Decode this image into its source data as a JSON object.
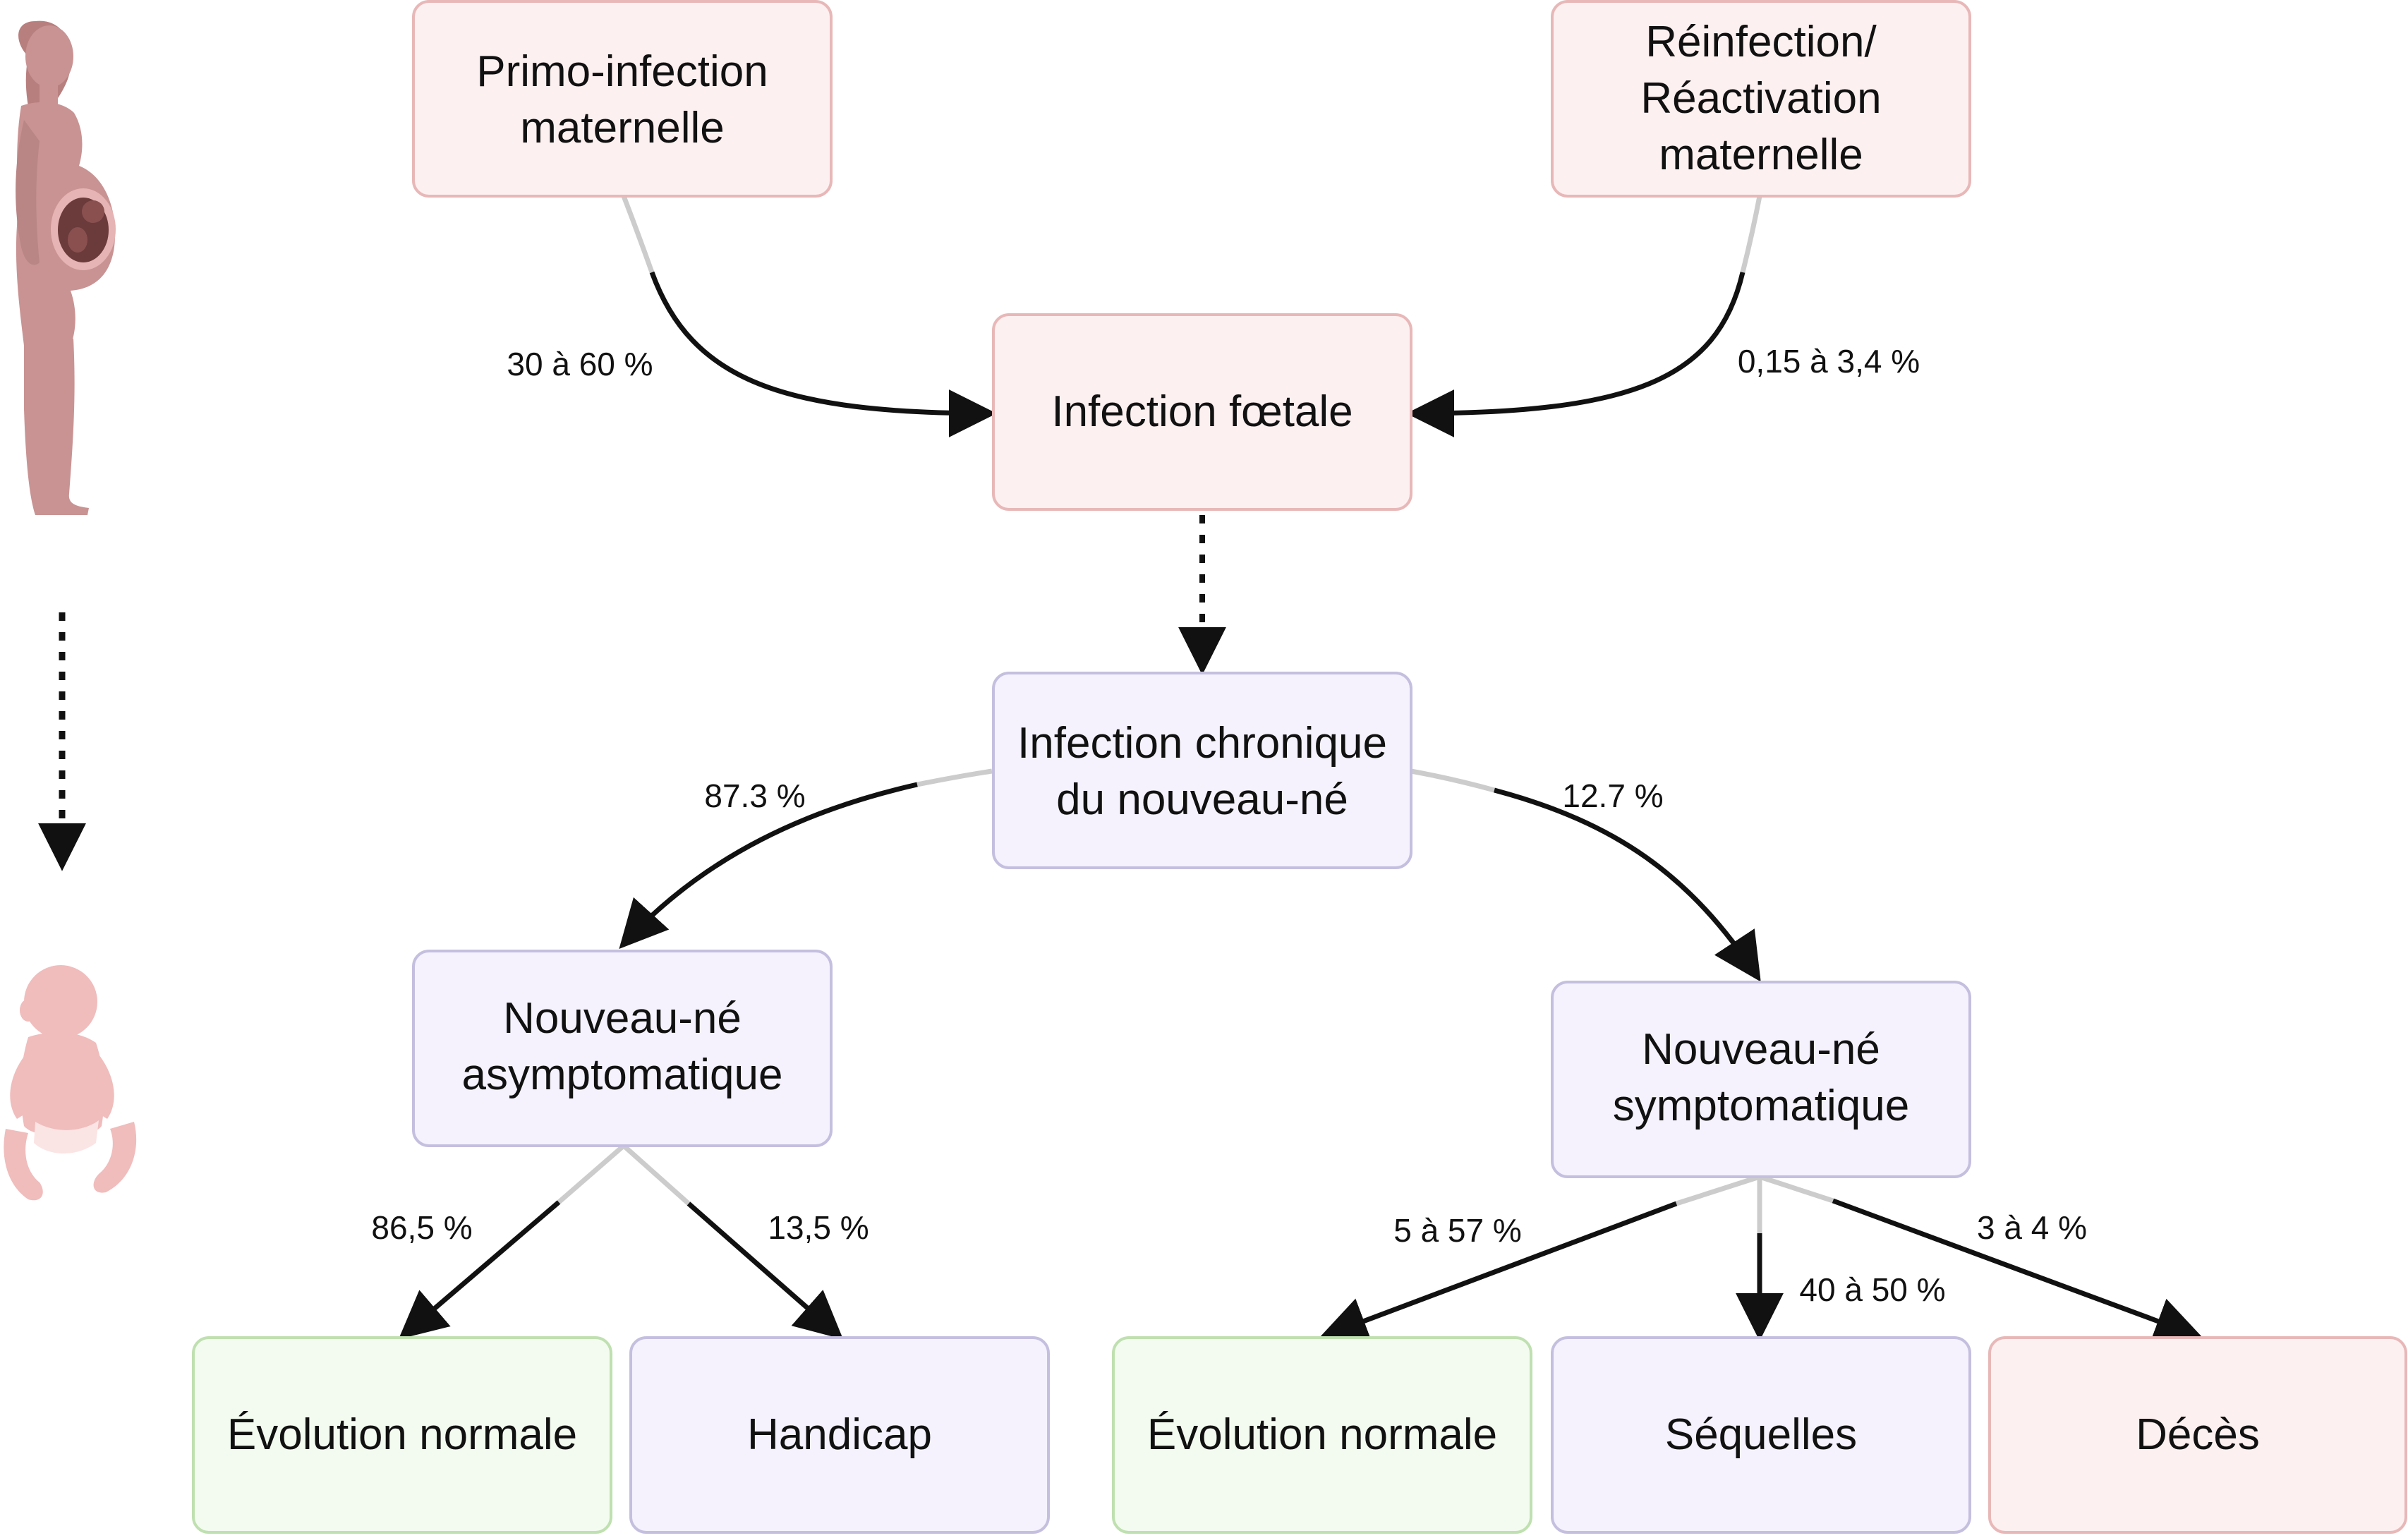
{
  "colors": {
    "maternal_fill": "#fdf0f0",
    "maternal_stroke": "#e8b8b8",
    "infant_fill": "#f5f2fd",
    "infant_stroke": "#c5bfdf",
    "normal_fill": "#f3fbf0",
    "normal_stroke": "#bfe0b0",
    "arrow": "#111111",
    "arrow_stub": "#cccccc",
    "woman_silhouette": "#c99393",
    "fetus": "#6b3a3a",
    "baby_silhouette": "#f0bcbc"
  },
  "icons": {
    "pregnant_woman": "pregnant-woman-icon",
    "baby": "baby-icon",
    "timeline": "dotted-timeline-arrow"
  },
  "nodes": {
    "primo": [
      "Primo-infection",
      "maternelle"
    ],
    "reinfection": [
      "Réinfection/",
      "Réactivation",
      "maternelle"
    ],
    "fetal": [
      "Infection fœtale"
    ],
    "chronic": [
      "Infection chronique",
      "du nouveau-né"
    ],
    "asymptomatic": [
      "Nouveau-né",
      "asymptomatique"
    ],
    "symptomatic": [
      "Nouveau-né",
      "symptomatique"
    ],
    "normal_left": [
      "Évolution normale"
    ],
    "handicap": [
      "Handicap"
    ],
    "normal_right": [
      "Évolution normale"
    ],
    "sequelae": [
      "Séquelles"
    ],
    "death": [
      "Décès"
    ]
  },
  "edges": {
    "primo_to_fetal": "30 à 60 %",
    "reinfection_to_fetal": "0,15 à 3,4 %",
    "chronic_to_asymptomatic": "87.3 %",
    "chronic_to_symptomatic": "12.7 %",
    "asymptomatic_to_normal": "86,5 %",
    "asymptomatic_to_handicap": "13,5 %",
    "symptomatic_to_normal": "5 à 57 %",
    "symptomatic_to_sequelae": "40 à 50 %",
    "symptomatic_to_death": "3 à 4 %"
  }
}
